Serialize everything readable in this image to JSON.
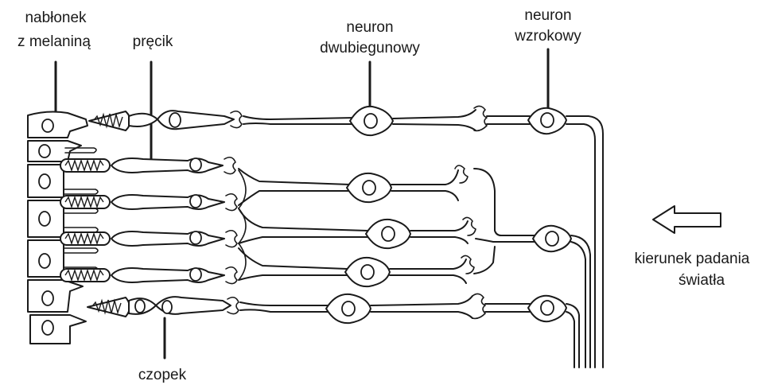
{
  "labels": {
    "epithelium_line1": "nabłonek",
    "epithelium_line2": "z melaniną",
    "rod": "pręcik",
    "bipolar_line1": "neuron",
    "bipolar_line2": "dwubiegunowy",
    "optic_line1": "neuron",
    "optic_line2": "wzrokowy",
    "cone": "czopek",
    "light_line1": "kierunek padania",
    "light_line2": "światła"
  }
}
